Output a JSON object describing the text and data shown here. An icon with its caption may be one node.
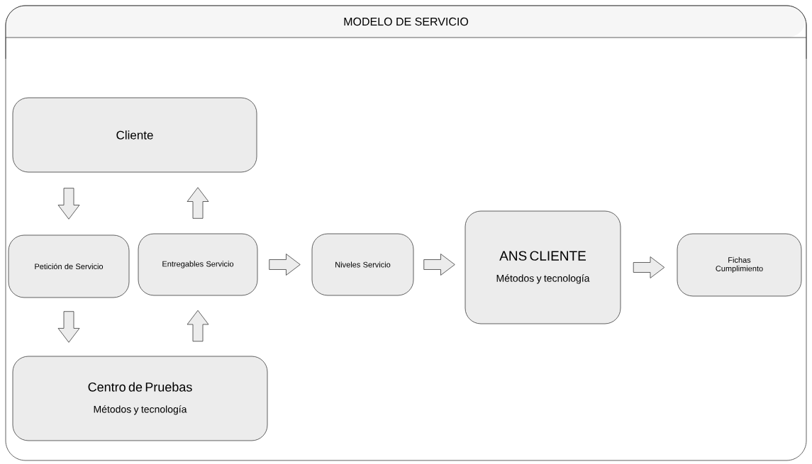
{
  "diagram": {
    "nodes": [
      {
        "text": [
          "MODELO DE SERVICIO"
        ]
      },
      {
        "text": [
          "Cliente"
        ],
        "in": 0
      },
      {
        "text": [
          "Petición de Servicio"
        ],
        "in": 0
      },
      {
        "text": [
          "Entregables Servicio"
        ],
        "in": 0
      },
      {
        "text": [
          "Niveles Servicio"
        ],
        "in": 0
      },
      {
        "text": [
          "ANS CLIENTE",
          "Métodos y tecnología"
        ],
        "in": 0
      },
      {
        "text": [
          "Fichas Cumplimiento"
        ],
        "in": 0
      },
      {
        "text": [
          "Centro de Pruebas",
          "Métodos y tecnología"
        ],
        "in": 0
      }
    ],
    "edges": [
      {
        "from": 1,
        "to": 2,
        "arrow": "to"
      },
      {
        "from": 2,
        "to": 7,
        "arrow": "to"
      },
      {
        "from": 7,
        "to": 3,
        "arrow": "to"
      },
      {
        "from": 3,
        "to": 1,
        "arrow": "to"
      },
      {
        "from": 3,
        "to": 4,
        "arrow": "to"
      },
      {
        "from": 4,
        "to": 5,
        "arrow": "to"
      },
      {
        "from": 5,
        "to": 6,
        "arrow": "to"
      }
    ]
  }
}
